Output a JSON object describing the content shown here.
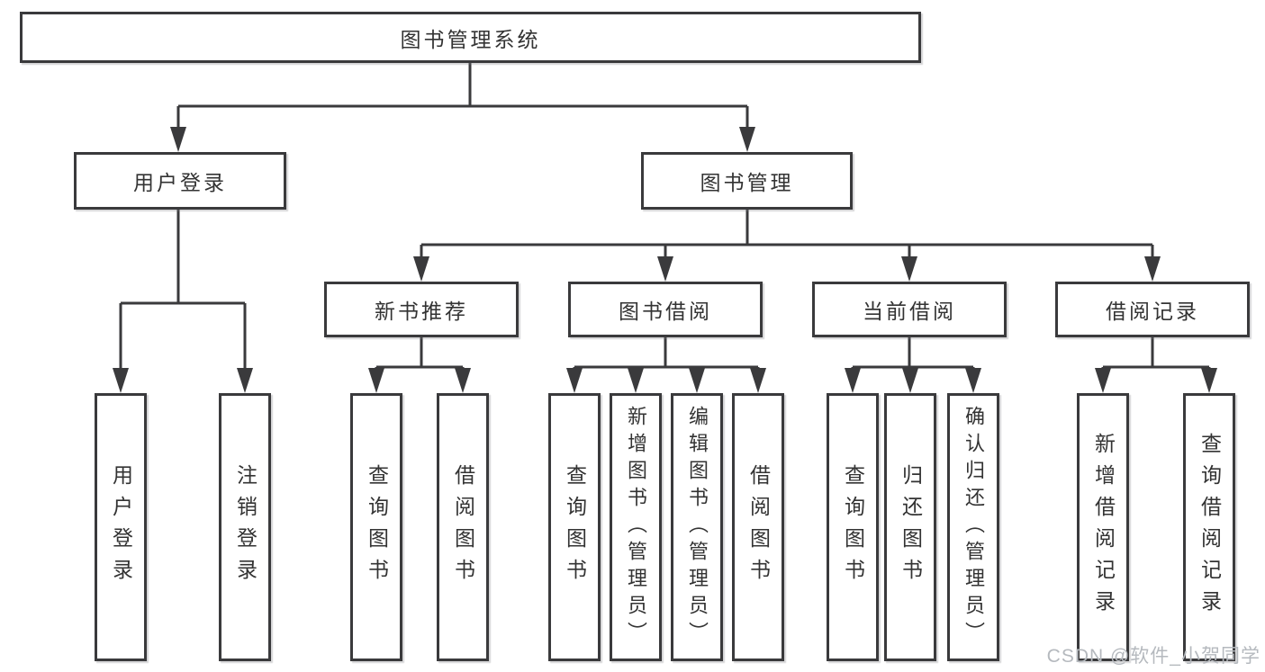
{
  "diagram_type": "hierarchy-tree",
  "tree": {
    "root": {
      "label": "图书管理系统",
      "children": [
        {
          "label": "用户登录",
          "children": [
            {
              "label": "用户登录"
            },
            {
              "label": "注销登录"
            }
          ]
        },
        {
          "label": "图书管理",
          "children": [
            {
              "label": "新书推荐",
              "children": [
                {
                  "label": "查询图书"
                },
                {
                  "label": "借阅图书"
                }
              ]
            },
            {
              "label": "图书借阅",
              "children": [
                {
                  "label": "查询图书"
                },
                {
                  "label": "新增图书（管理员）"
                },
                {
                  "label": "编辑图书（管理员）"
                },
                {
                  "label": "借阅图书"
                }
              ]
            },
            {
              "label": "当前借阅",
              "children": [
                {
                  "label": "查询图书"
                },
                {
                  "label": "归还图书"
                },
                {
                  "label": "确认归还（管理员）"
                }
              ]
            },
            {
              "label": "借阅记录",
              "children": [
                {
                  "label": "新增借阅记录"
                },
                {
                  "label": "查询借阅记录"
                }
              ]
            }
          ]
        }
      ]
    }
  },
  "watermark": {
    "text": "CSDN @软件_小贺同学"
  },
  "colors": {
    "line": "#3a3a3c",
    "text": "#333333",
    "watermark-color": "#b5b9be",
    "background": "#ffffff"
  }
}
